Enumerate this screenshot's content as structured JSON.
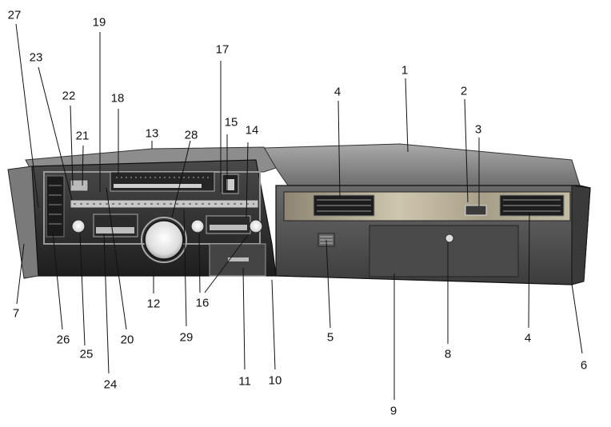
{
  "callouts": [
    {
      "label": "1"
    },
    {
      "label": "2"
    },
    {
      "label": "3"
    },
    {
      "label": "4"
    },
    {
      "label": "4"
    },
    {
      "label": "5"
    },
    {
      "label": "6"
    },
    {
      "label": "7"
    },
    {
      "label": "8"
    },
    {
      "label": "9"
    },
    {
      "label": "10"
    },
    {
      "label": "11"
    },
    {
      "label": "12"
    },
    {
      "label": "13"
    },
    {
      "label": "14"
    },
    {
      "label": "15"
    },
    {
      "label": "16"
    },
    {
      "label": "17"
    },
    {
      "label": "18"
    },
    {
      "label": "19"
    },
    {
      "label": "20"
    },
    {
      "label": "21"
    },
    {
      "label": "22"
    },
    {
      "label": "23"
    },
    {
      "label": "24"
    },
    {
      "label": "25"
    },
    {
      "label": "26"
    },
    {
      "label": "27"
    },
    {
      "label": "28"
    },
    {
      "label": "29"
    }
  ],
  "colors": {
    "dash_top": "#8c8c8c",
    "dash_face": "#5e5e5e",
    "dash_dark": "#2e2e2e",
    "wood": "#b9b09a",
    "cluster": "#3a3a3a",
    "line": "#111111"
  }
}
